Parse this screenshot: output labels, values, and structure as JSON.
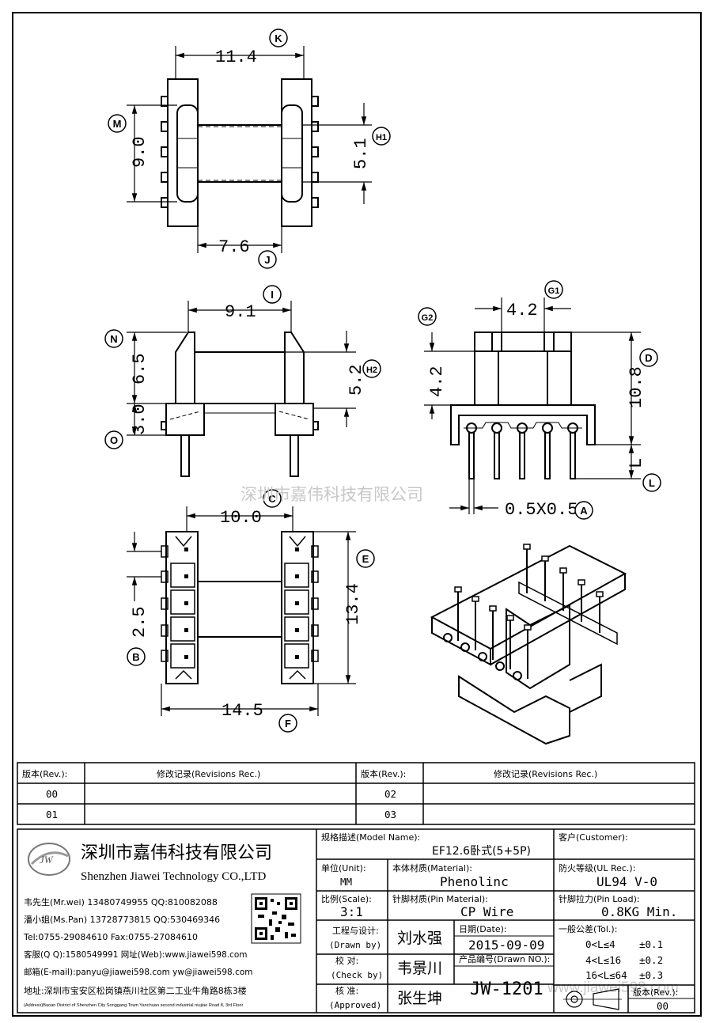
{
  "drawing": {
    "dims": {
      "k_width": "11.4",
      "m_height": "9.0",
      "h1_height": "5.1",
      "j_width": "7.6",
      "i_width": "9.1",
      "n_height": "6.5",
      "h2_height": "5.2",
      "o_height": "3.0",
      "g1_width": "4.2",
      "g2_height": "4.2",
      "d_height": "10.8",
      "l_label": "L",
      "a_label": "0.5X0.5",
      "c_width": "10.0",
      "e_height": "13.4",
      "b_pitch": "2.5",
      "f_width": "14.5"
    },
    "callouts": {
      "K": "K",
      "M": "M",
      "H1": "H1",
      "J": "J",
      "I": "I",
      "N": "N",
      "H2": "H2",
      "O": "O",
      "G1": "G1",
      "G2": "G2",
      "D": "D",
      "L": "L",
      "A": "A",
      "C": "C",
      "E": "E",
      "B": "B",
      "F": "F"
    },
    "watermark_company": "深圳市嘉伟科技有限公司",
    "watermark_url": "www.jiawei598.com"
  },
  "revisions": {
    "header_rev": "版本(Rev.):",
    "header_rec": "修改记录(Revisions Rec.)",
    "rows": [
      {
        "left_rev": "00",
        "left_rec": "",
        "right_rev": "02",
        "right_rec": ""
      },
      {
        "left_rev": "01",
        "left_rec": "",
        "right_rev": "03",
        "right_rec": ""
      }
    ]
  },
  "company": {
    "logo_text": "JW",
    "name_cn": "深圳市嘉伟科技有限公司",
    "name_en": "Shenzhen Jiawei Technology CO.,LTD",
    "contacts": [
      "韦先生(Mr.wei) 13480749955 QQ:810082088",
      "潘小姐(Ms.Pan) 13728773815 QQ:530469346",
      "Tel:0755-29084610    Fax:0755-27084610",
      "客服(Q Q):1580549991   网址(Web):www.jiawei598.com",
      "邮箱(E-mail):panyu@jiawei598.com   yw@jiawei598.com"
    ],
    "address_cn": "地址:深圳市宝安区松岗镇燕川社区第二工业牛角路8栋3楼",
    "address_en": "(Address)Baoan District of Shenzhen City Songgang Town Yanchuan  second industrial niujiao Road 8, 3rd Floor"
  },
  "titleblock": {
    "model_label": "规格描述(Model Name):",
    "model_value": "EF12.6卧式(5+5P)",
    "customer_label": "客户(Customer):",
    "customer_value": "",
    "unit_label": "单位(Unit):",
    "unit_value": "MM",
    "material_label": "本体材质(Material):",
    "material_value": "Phenolinc",
    "ul_label": "防火等级(UL Rec.):",
    "ul_value": "UL94 V-0",
    "scale_label": "比例(Scale):",
    "scale_value": "3:1",
    "pin_material_label": "针脚材质(Pin Material):",
    "pin_material_value": "CP Wire",
    "pin_load_label": "针脚拉力(Pin Load):",
    "pin_load_value": "0.8KG Min.",
    "drawn_label": "工程与设计:",
    "drawn_label_en": "(Drawn by)",
    "drawn_value": "刘水强",
    "date_label": "日期(Date):",
    "date_value": "2015-09-09",
    "check_label": "校  对:",
    "check_label_en": "(Check by)",
    "check_value": "韦景川",
    "drawn_no_label": "产品编号(Drawn NO.):",
    "drawn_no_value": "JW-1201",
    "approved_label": "核  准:",
    "approved_label_en": "(Approved)",
    "approved_value": "张生坤",
    "tol_label": "一般公差(Tol.):",
    "tol_rows": [
      {
        "range": "0<L≤4",
        "value": "±0.1"
      },
      {
        "range": "4<L≤16",
        "value": "±0.2"
      },
      {
        "range": "16<L≤64",
        "value": "±0.3"
      }
    ],
    "rev_label": "版本(Rev.):",
    "rev_value": "00"
  }
}
